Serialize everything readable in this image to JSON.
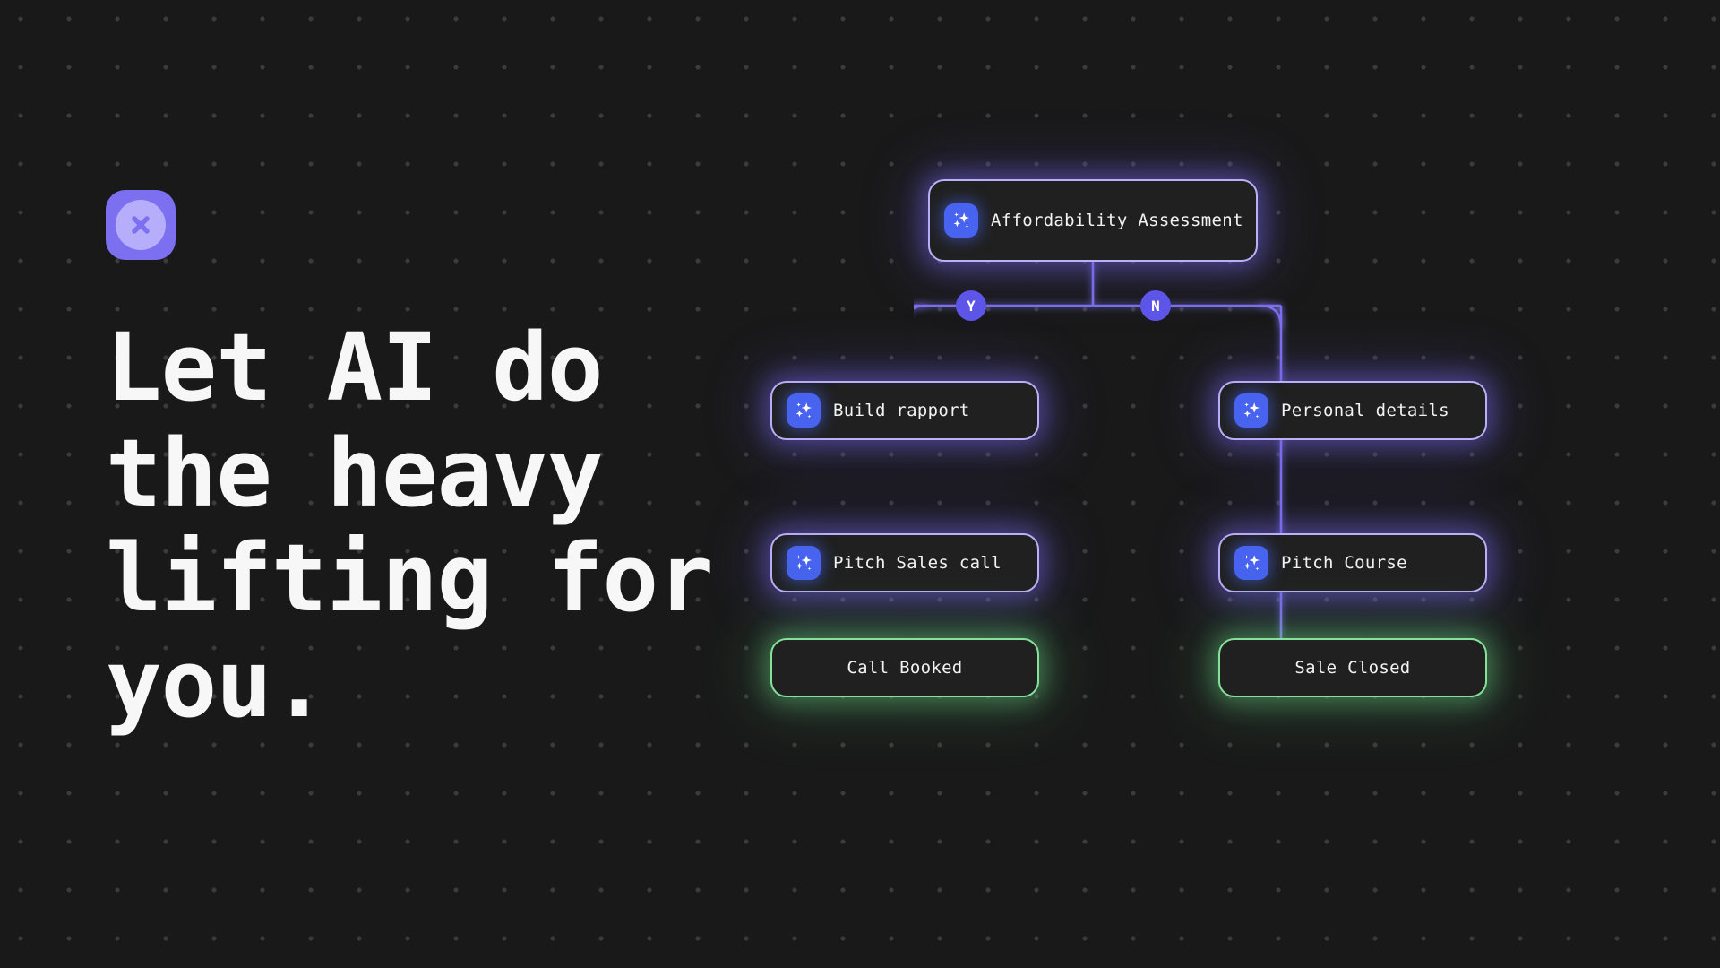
{
  "brand": {
    "logo_icon": "x-circle-logo-icon"
  },
  "hero": {
    "headline": "Let AI do\nthe heavy\nlifting for\nyou."
  },
  "colors": {
    "background": "#191919",
    "dot_grid": "#3b3b3b",
    "accent_purple": "#5d54e8",
    "node_border_purple": "#b9b0f5",
    "node_border_green": "#86e29a",
    "sparkle_badge": "#4763ef",
    "logo_purple": "#7c6ff0",
    "logo_disc": "#b7aefb",
    "text_primary": "#f7f7f7"
  },
  "flow": {
    "root": {
      "label": "Affordability Assessment",
      "icon": "ai-sparkle-icon",
      "type": "ai"
    },
    "branches": [
      {
        "badge": "Y",
        "name": "yes-branch"
      },
      {
        "badge": "N",
        "name": "no-branch"
      }
    ],
    "nodes": [
      {
        "label": "Build rapport",
        "icon": "ai-sparkle-icon",
        "type": "ai",
        "branch": "Y"
      },
      {
        "label": "Pitch Sales call",
        "icon": "ai-sparkle-icon",
        "type": "ai",
        "branch": "Y"
      },
      {
        "label": "Call Booked",
        "icon": null,
        "type": "end",
        "branch": "Y"
      },
      {
        "label": "Personal details",
        "icon": "ai-sparkle-icon",
        "type": "ai",
        "branch": "N"
      },
      {
        "label": "Pitch Course",
        "icon": "ai-sparkle-icon",
        "type": "ai",
        "branch": "N"
      },
      {
        "label": "Sale Closed",
        "icon": null,
        "type": "end",
        "branch": "N"
      }
    ]
  }
}
